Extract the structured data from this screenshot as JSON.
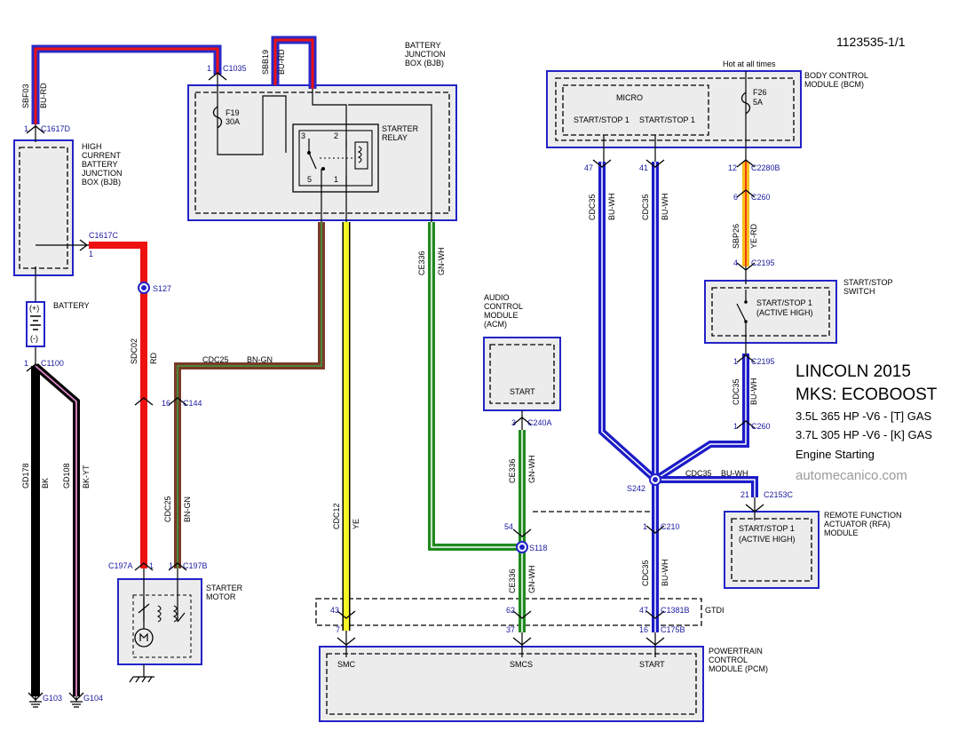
{
  "doc_id": "1123535-1/1",
  "hot_label": "Hot at all times",
  "title": {
    "line1": "LINCOLN 2015",
    "line2": "MKS: ECOBOOST",
    "line3": "3.5L 365 HP -V6 - [T] GAS",
    "line4": "3.7L 305 HP -V6 - [K] GAS",
    "line5": "Engine Starting"
  },
  "watermark": "automecanico.com",
  "components": {
    "bjb_top": "BATTERY JUNCTION BOX (BJB)",
    "bjb_left": "HIGH CURRENT BATTERY JUNCTION BOX (BJB)",
    "battery": "BATTERY",
    "starter_relay": "STARTER RELAY",
    "starter_motor": "STARTER MOTOR",
    "bcm": "BODY CONTROL MODULE (BCM)",
    "micro": "MICRO",
    "acm": "AUDIO CONTROL MODULE (ACM)",
    "ss_switch": "START/STOP SWITCH",
    "rfa": "REMOTE FUNCTION ACTUATOR (RFA) MODULE",
    "pcm": "POWERTRAIN CONTROL MODULE (PCM)",
    "gtdi": "GTDI"
  },
  "internal_labels": {
    "f19": "F19",
    "f19_rating": "30A",
    "f26": "F26",
    "f26_rating": "5A",
    "start_stop_1": "START/STOP 1",
    "active_high": "(ACTIVE HIGH)",
    "acm_start": "START",
    "pcm_smc": "SMC",
    "pcm_smcs": "SMCS",
    "pcm_start": "START",
    "battery_plus": "(+)",
    "battery_minus": "(-)",
    "relay_pins": [
      "3",
      "2",
      "5",
      "1"
    ]
  },
  "connectors": {
    "c1035": "C1035",
    "c1617d": "C1617D",
    "c1617c": "C1617C",
    "c1100": "C1100",
    "s127": "S127",
    "c144": "C144",
    "c197a": "C197A",
    "c197b": "C197B",
    "g103": "G103",
    "g104": "G104",
    "c2280b": "C2280B",
    "c260a": "C260",
    "c2195a": "C2195",
    "c2195b": "C2195",
    "c260b": "C260",
    "c240a": "C240A",
    "s242": "S242",
    "c2153c": "C2153C",
    "c210": "C210",
    "s118": "S118",
    "c1381b": "C1381B",
    "c175b": "C175B"
  },
  "pins": {
    "p1_c1035": "1",
    "p1_c1617d": "1",
    "p1_c1617c": "1",
    "p1_c1100": "1",
    "p16_c144": "16",
    "p1_c197a": "1",
    "p1_c197b": "1",
    "p47_bcm": "47",
    "p41_bcm": "41",
    "p12": "12",
    "p6": "6",
    "p4": "4",
    "p1_c2195": "1",
    "p1_c260": "1",
    "p3_c240a": "3",
    "p21": "21",
    "p1_c210": "1",
    "p54": "54",
    "p43": "43",
    "p62": "62",
    "p47_gtdi": "47",
    "p7": "7",
    "p37": "37",
    "p16_c175b": "16"
  },
  "circuits": {
    "sbf03": "SBF03",
    "bu_rd_a": "BU-RD",
    "sbb19": "SBB19",
    "bu_rd_b": "BU-RD",
    "sdc02": "SDC02",
    "rd": "RD",
    "cdc25_a": "CDC25",
    "bn_gn_a": "BN-GN",
    "cdc25_b": "CDC25",
    "bn_gn_b": "BN-GN",
    "gd178": "GD178",
    "bk": "BK",
    "gd108": "GD108",
    "bk_yt": "BK-YT",
    "cdc12": "CDC12",
    "ye": "YE",
    "ce336_a": "CE336",
    "gn_wh_a": "GN-WH",
    "ce336_b": "CE336",
    "gn_wh_b": "GN-WH",
    "ce336_c": "CE336",
    "gn_wh_c": "GN-WH",
    "cdc35_a": "CDC35",
    "bu_wh_a": "BU-WH",
    "cdc35_b": "CDC35",
    "bu_wh_b": "BU-WH",
    "sbp26": "SBP26",
    "ye_rd": "YE-RD",
    "cdc35_c": "CDC35",
    "bu_wh_c": "BU-WH",
    "cdc35_d": "CDC35",
    "bu_wh_d": "BU-WH",
    "cdc35_e": "CDC35",
    "bu_wh_e": "BU-WH"
  },
  "colors": {
    "bu_rd": "#2a2ac8",
    "rd": "#ee1111",
    "bn_gn": "#7a3a2a",
    "ye": "#f5f528",
    "gn_wh": "#1f8a1f",
    "bu_wh": "#1c1cc8",
    "bk": "#000000",
    "pink": "#e48ad0",
    "ye_rd": "#f7c21c",
    "box": "#ececec",
    "border": "#2323c8",
    "label": "#1a1aa0"
  }
}
